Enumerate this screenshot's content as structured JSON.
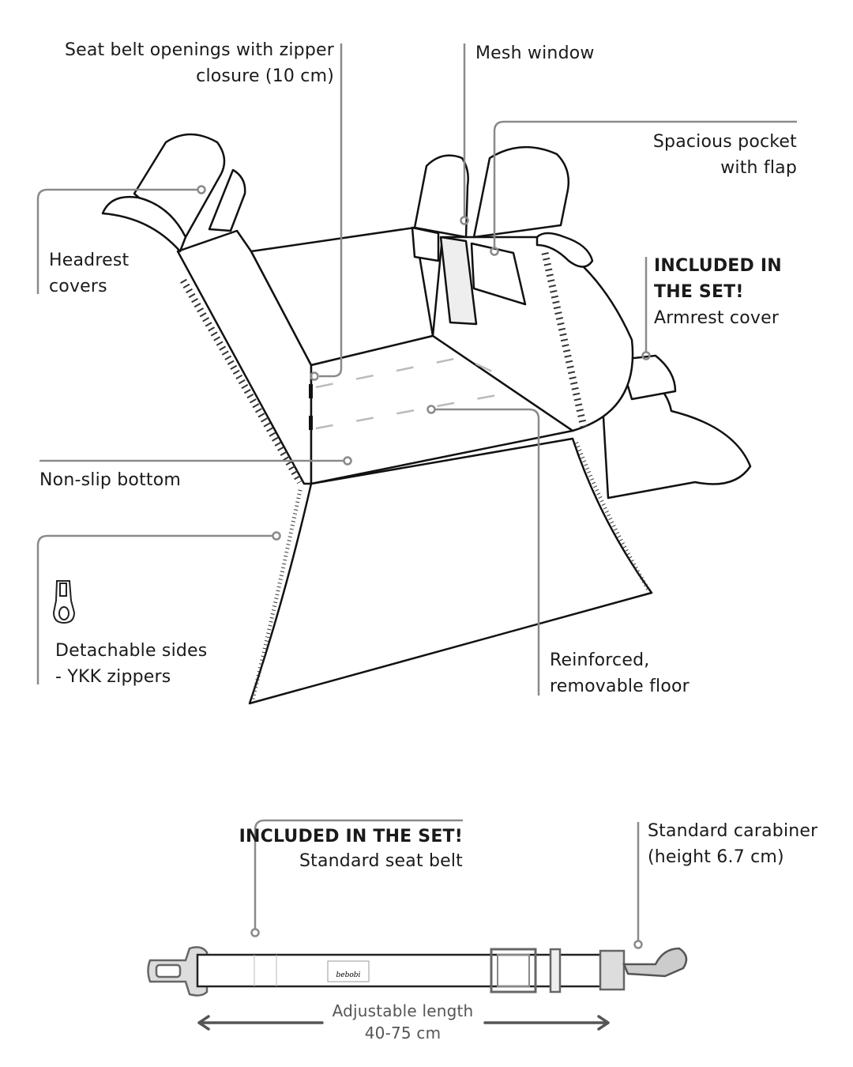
{
  "labels": {
    "seat_belt_openings": [
      "Seat belt openings with zipper",
      "closure (10 cm)"
    ],
    "mesh_window": "Mesh window",
    "pocket": [
      "Spacious pocket",
      "with flap"
    ],
    "headrest": [
      "Headrest",
      "covers"
    ],
    "armrest": {
      "badge": [
        "INCLUDED IN",
        "THE SET!"
      ],
      "text": "Armrest cover"
    },
    "non_slip": "Non-slip bottom",
    "detachable": [
      "Detachable sides",
      "- YKK zippers"
    ],
    "floor": [
      "Reinforced,",
      "removable floor"
    ],
    "seat_belt": {
      "badge": "INCLUDED IN THE SET!",
      "text": "Standard seat belt"
    },
    "carabiner": [
      "Standard carabiner",
      "(height 6.7 cm)"
    ],
    "length": [
      "Adjustable length",
      "40-75 cm"
    ]
  },
  "logo_text": "bebobi",
  "colors": {
    "line": "#111111",
    "leader": "#8a8a8a"
  }
}
